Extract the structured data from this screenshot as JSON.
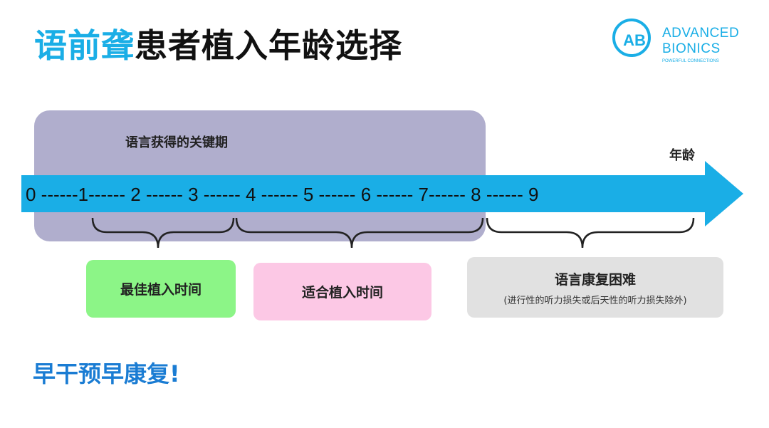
{
  "title": {
    "highlight": "语前聋",
    "rest": "患者植入年龄选择"
  },
  "logo": {
    "monogram": "AB",
    "line1": "ADVANCED",
    "line2": "BIONICS",
    "tagline": "POWERFUL CONNECTIONS"
  },
  "critical_period": {
    "label": "语言获得的关键期"
  },
  "axis": {
    "unit_label": "年龄",
    "text": "0 ------1------ 2 ------ 3 ------ 4 ------ 5 ------ 6 ------ 7------ 8 ------ 9"
  },
  "brackets": [
    {
      "label": "最佳植入时间",
      "note": ""
    },
    {
      "label": "适合植入时间",
      "note": ""
    },
    {
      "label": "语言康复困难",
      "note": "(进行性的听力损失或后天性的听力损失除外)"
    }
  ],
  "slogan": "早干预早康复!",
  "colors": {
    "accent_blue": "#1aaee6",
    "critical_period_fill": "#b0aecd",
    "optimal_fill": "#8cf587",
    "suitable_fill": "#fcc8e5",
    "difficult_fill": "#e1e1e1",
    "slogan_blue": "#1a7cd3"
  }
}
